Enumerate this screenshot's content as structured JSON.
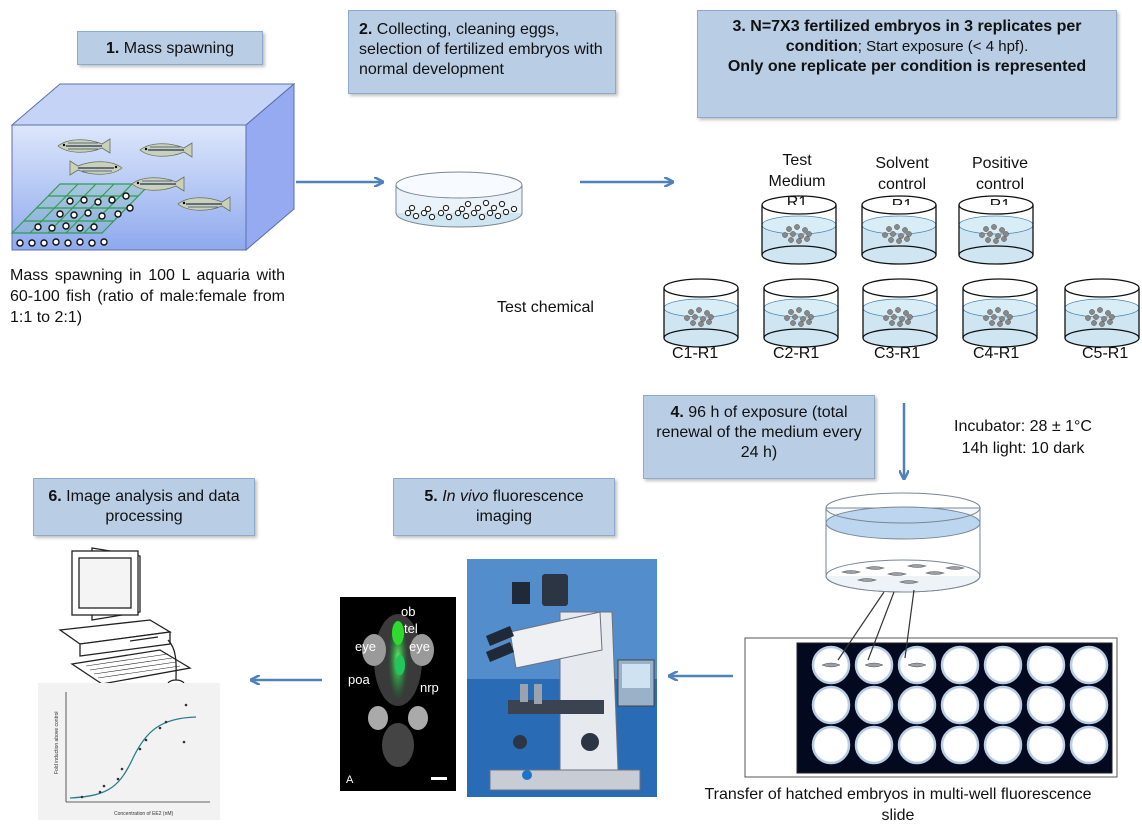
{
  "steps": {
    "s1": {
      "num": "1.",
      "text": "Mass spawning"
    },
    "s2": {
      "num": "2.",
      "text": "Collecting, cleaning eggs, selection of fertilized embryos with normal development"
    },
    "s3": {
      "bold1": "3. N=7X3 fertilized embryos in 3 replicates per condition",
      "normal": "; Start exposure (< 4 hpf).",
      "bold2": "Only one replicate per condition is represented"
    },
    "s4": {
      "num": "4.",
      "text": "96 h of exposure (total renewal of the medium every 24 h)"
    },
    "s5": {
      "num": "5.",
      "italic": "In vivo",
      "text": "fluorescence imaging"
    },
    "s6": {
      "num": "6.",
      "text": "Image analysis and data processing"
    }
  },
  "captions": {
    "spawning": "Mass spawning in 100 L aquaria with 60-100 fish (ratio of male:female from 1:1 to 2:1)",
    "test_chemical": "Test chemical",
    "incubator_line1": "Incubator: 28 ± 1°C",
    "incubator_line2": "14h light: 10 dark",
    "transfer": "Transfer of hatched embryos in multi-well fluorescence slide"
  },
  "controls": [
    {
      "line1": "Test",
      "line2": "Medium",
      "line3": "R1"
    },
    {
      "line1": "Solvent",
      "line2": "control",
      "line3": "R1"
    },
    {
      "line1": "Positive",
      "line2": "control",
      "line3": "R1"
    }
  ],
  "concentrations": [
    "C1-R1",
    "C2-R1",
    "C3-R1",
    "C4-R1",
    "C5-R1"
  ],
  "micro_labels": {
    "ob": "ob",
    "tel": "tel",
    "eye_l": "eye",
    "eye_r": "eye",
    "poa": "poa",
    "nrp": "nrp",
    "panel": "A"
  },
  "plot": {
    "ylabel": "Fold induction above control",
    "xlabel": "Concentration of EE2 (nM)"
  },
  "colors": {
    "box": "#b9cde5",
    "arrow": "#4f81bd",
    "water": "#cfe6f2",
    "green": "#22c55e"
  }
}
